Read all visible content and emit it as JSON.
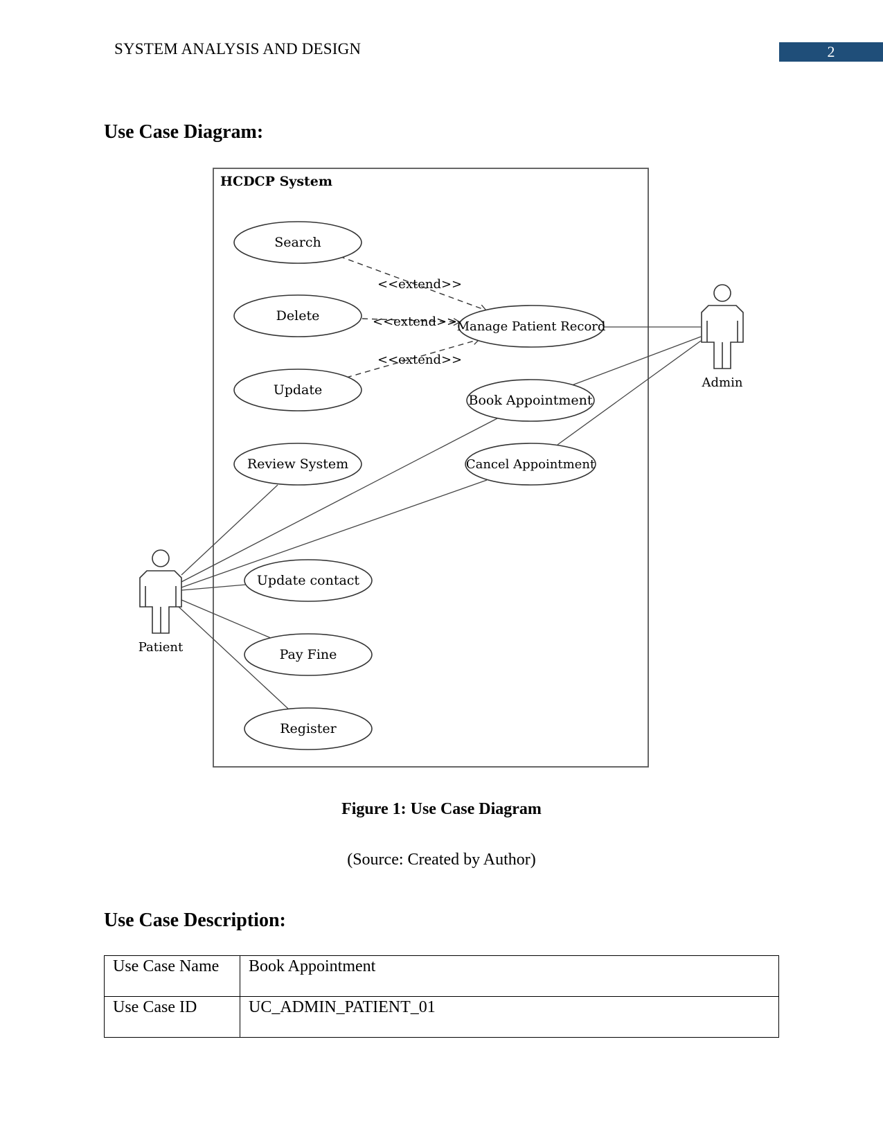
{
  "header": {
    "running_title": "SYSTEM ANALYSIS AND DESIGN",
    "page_number": "2",
    "accent_color": "#1f4e79"
  },
  "sections": {
    "diagram_heading": "Use Case Diagram:",
    "description_heading": "Use Case Description:"
  },
  "diagram": {
    "system_name": "HCDCP System",
    "actors": {
      "patient": "Patient",
      "admin": "Admin"
    },
    "use_cases": {
      "search": "Search",
      "delete": "Delete",
      "update": "Update",
      "review_system": "Review System",
      "manage_patient_record": "Manage Patient Record",
      "book_appointment": "Book Appointment",
      "cancel_appointment": "Cancel Appointment",
      "update_contact": "Update contact",
      "pay_fine": "Pay Fine",
      "register": "Register"
    },
    "extend_label": "<<extend>>"
  },
  "figure": {
    "caption": "Figure 1: Use Case Diagram",
    "source": "(Source: Created by Author)"
  },
  "use_case_table": {
    "rows": [
      {
        "label": "Use Case Name",
        "value": "Book Appointment"
      },
      {
        "label": "Use Case ID",
        "value": "UC_ADMIN_PATIENT_01"
      }
    ]
  }
}
